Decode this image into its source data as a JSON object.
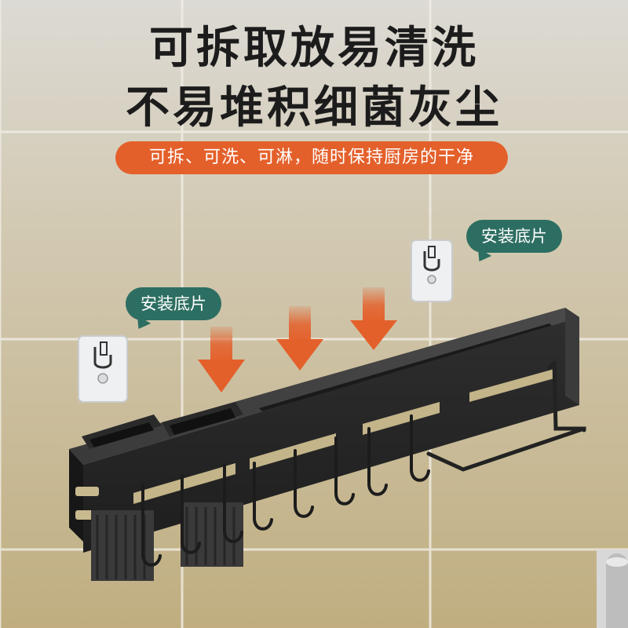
{
  "headline": {
    "line1": "可拆取放易清洗",
    "line2": "不易堆积细菌灰尘"
  },
  "subtitle_pill": {
    "text": "可拆、可洗、可淋，随时保持厨房的干净",
    "color": "#e4602b"
  },
  "callouts": {
    "left_label": "安装底片",
    "right_label": "安装底片",
    "color": "#2d6e62"
  },
  "arrows": {
    "count": 3,
    "color": "#e4602b",
    "icon": "down-arrow-icon"
  },
  "product": {
    "color": "#2b2b2b",
    "cups": 2,
    "hooks": 8
  }
}
